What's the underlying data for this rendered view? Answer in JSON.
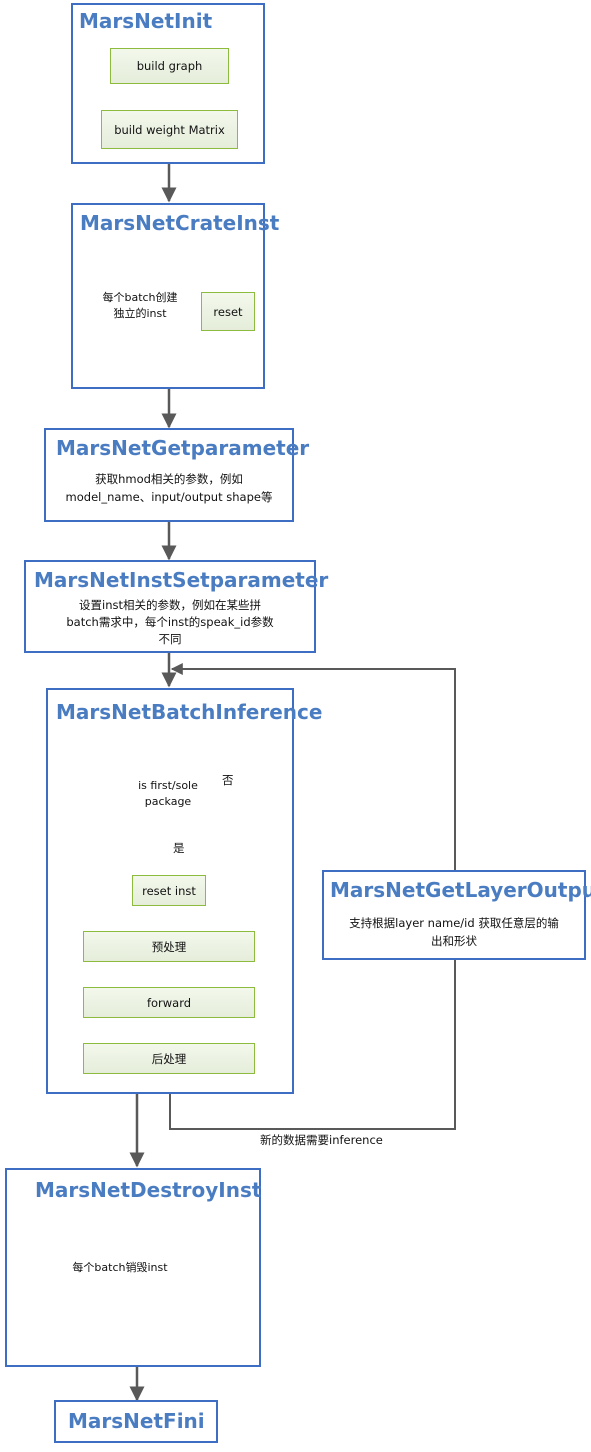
{
  "init": {
    "title": "MarsNetInit",
    "steps": [
      "build graph",
      "build weight Matrix"
    ]
  },
  "create_inst": {
    "title": "MarsNetCrateInst",
    "decision_lines": [
      "每个batch创建",
      "独立的inst"
    ],
    "reset_label": "reset"
  },
  "get_parameter": {
    "title": "MarsNetGetparameter",
    "desc_lines": [
      "获取hmod相关的参数，例如",
      "model_name、input/output shape等"
    ]
  },
  "inst_set_parameter": {
    "title": "MarsNetInstSetparameter",
    "desc_lines": [
      "设置inst相关的参数，例如在某些拼",
      "batch需求中，每个inst的speak_id参数",
      "不同"
    ]
  },
  "batch_inference": {
    "title": "MarsNetBatchInference",
    "decision_lines": [
      "is first/sole",
      "package"
    ],
    "no_label": "否",
    "yes_label": "是",
    "reset_inst_label": "reset inst",
    "steps": [
      "预处理",
      "forward",
      "后处理"
    ]
  },
  "get_layer_output": {
    "title": "MarsNetGetLayerOutput",
    "desc_lines": [
      "支持根据layer name/id 获取任意层的输",
      "出和形状"
    ]
  },
  "loop_label": "新的数据需要inference",
  "destroy_inst": {
    "title": "MarsNetDestroyInst",
    "decision_text": "每个batch销毁inst"
  },
  "fini": {
    "title": "MarsNetFini"
  },
  "colors": {
    "box_border": "#3E6EC4",
    "title": "#4A7CC2",
    "green": "#8DBB3E",
    "arrow": "#595959"
  }
}
